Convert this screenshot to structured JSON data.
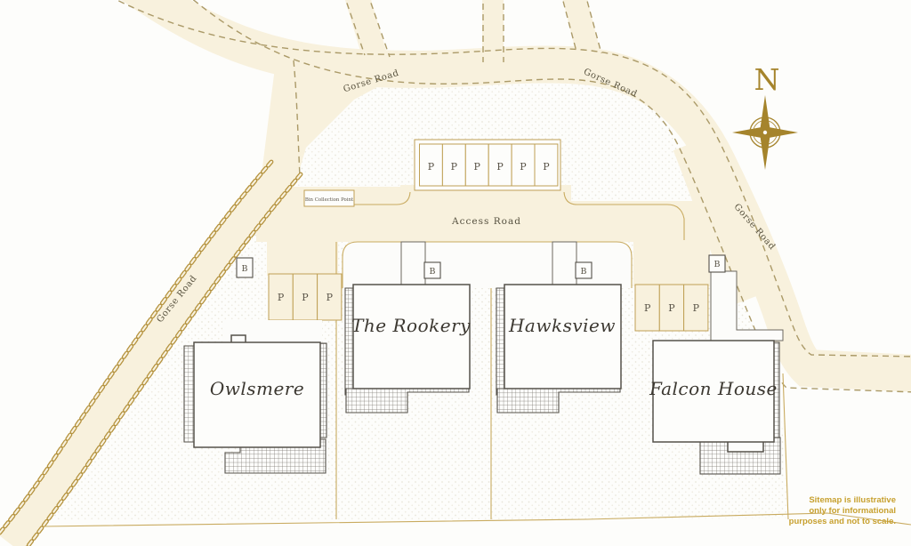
{
  "map": {
    "road_labels": {
      "gorse_road_top_left": "Gorse Road",
      "gorse_road_top_right": "Gorse Road",
      "gorse_road_right": "Gorse Road",
      "gorse_road_left": "Gorse Road",
      "access_road": "Access Road"
    },
    "houses": [
      {
        "name": "Owlsmere"
      },
      {
        "name": "The Rookery"
      },
      {
        "name": "Hawksview"
      },
      {
        "name": "Falcon House"
      }
    ],
    "labels": {
      "bin_collection_point": "Bin Collection Point",
      "parking_space": "P",
      "bin_store": "B",
      "compass_north": "N"
    },
    "parking": {
      "top_row_spaces": 6,
      "left_row_spaces": 3,
      "right_row_spaces": 3
    },
    "disclaimer": {
      "line1": "Sitemap is illustrative",
      "line2": "only for informational",
      "line3": "purposes and not to scale."
    },
    "colors": {
      "background": "#fdfdfb",
      "road_fill": "#f8f1dd",
      "road_edge_dash": "#ab9a68",
      "gold_line": "#c9ab60",
      "chain_wall": "#b5933f",
      "house_outline": "#55514a",
      "label_text": "#3c3831",
      "compass_gold": "#a5842c",
      "disclaimer_gold": "#c7a02e"
    }
  }
}
